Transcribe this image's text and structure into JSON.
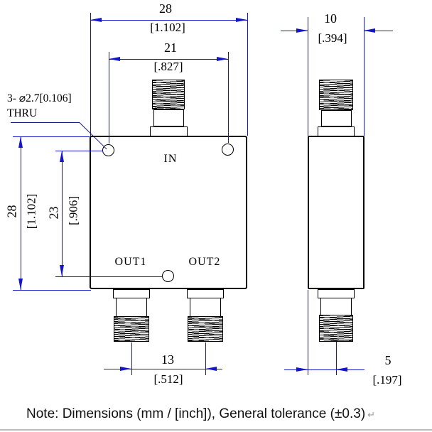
{
  "colors": {
    "dimension": "#1414c8",
    "leader": "#1c1c85",
    "outline": "#000000",
    "note_rule": "#bdbdbd",
    "note_mark": "#9e9e9e"
  },
  "callout": {
    "line1": "3- ⌀2.7[0.106]",
    "line2": "THRU"
  },
  "labels": {
    "in_port": "IN",
    "out1_port": "OUT1",
    "out2_port": "OUT2"
  },
  "dims": {
    "front_width": {
      "mm": "28",
      "inch": "[1.102]"
    },
    "hole_spacing": {
      "mm": "21",
      "inch": "[.827]"
    },
    "side_width": {
      "mm": "10",
      "inch": "[.394]"
    },
    "front_height": {
      "mm": "28",
      "inch": "[1.102]"
    },
    "hole_offset": {
      "mm": "23",
      "inch": "[.906]"
    },
    "out_spacing": {
      "mm": "13",
      "inch": "[.512]"
    },
    "side_conn_offset": {
      "mm": "5",
      "inch": "[.197]"
    }
  },
  "note": {
    "text": "Note: Dimensions (mm / [inch]), General tolerance (±0.3)",
    "return_mark": "↵"
  }
}
